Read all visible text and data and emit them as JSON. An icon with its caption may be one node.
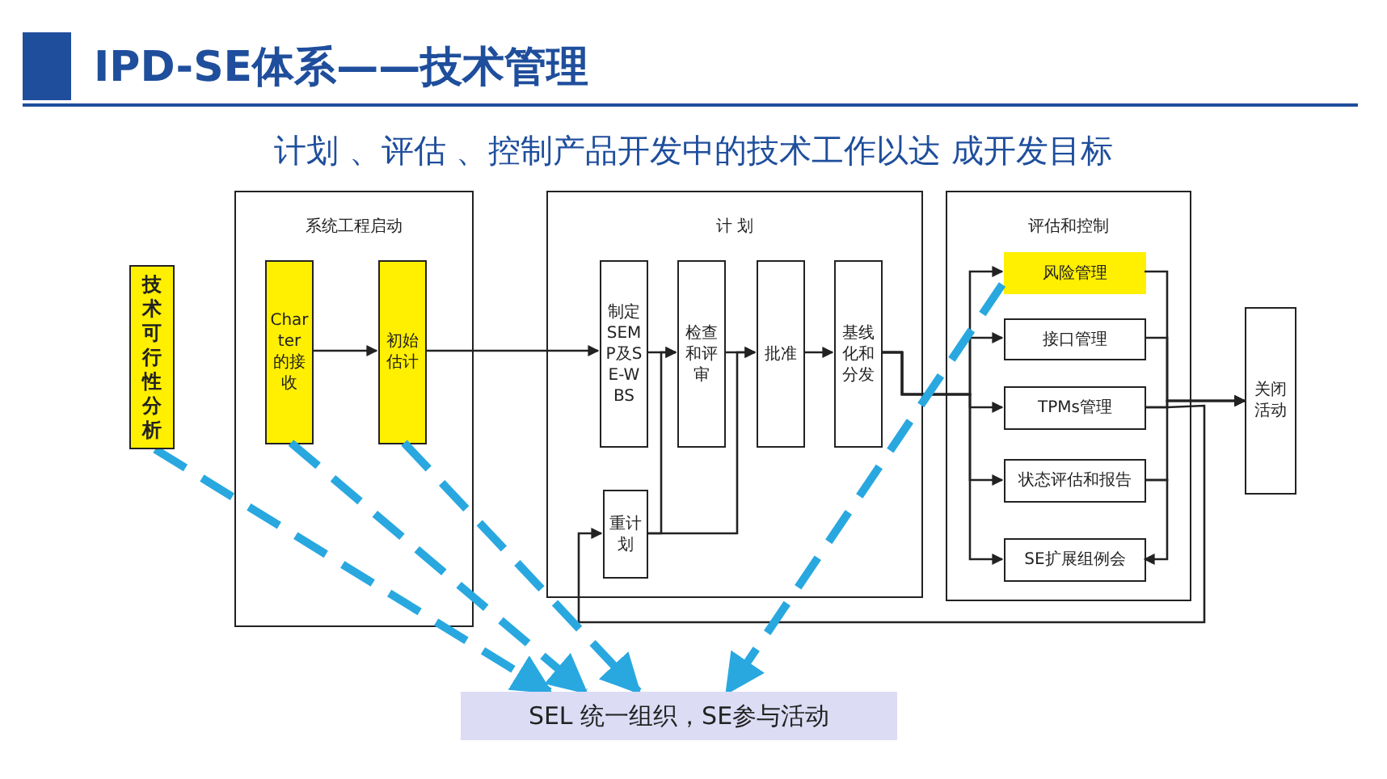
{
  "diagram": {
    "title": "IPD-SE体系——技术管理",
    "nodes": [
      {
        "text": [
          "技术可行性分析"
        ]
      },
      {
        "text": [
          "系统工程启动"
        ]
      },
      {
        "text": [
          "Charter的接收"
        ],
        "in": 1
      },
      {
        "text": [
          "初始估计"
        ],
        "in": 1
      },
      {
        "text": [
          "计 划"
        ]
      },
      {
        "text": [
          "制定SEMP及SE-WBS"
        ],
        "in": 4
      },
      {
        "text": [
          "检查和评审"
        ],
        "in": 4
      },
      {
        "text": [
          "批准"
        ],
        "in": 4
      },
      {
        "text": [
          "基线化和分发"
        ],
        "in": 4
      },
      {
        "text": [
          "重计划"
        ],
        "in": 4
      },
      {
        "text": [
          "评估和控制"
        ]
      },
      {
        "text": [
          "风险管理"
        ],
        "in": 10
      },
      {
        "text": [
          "接口管理"
        ],
        "in": 10
      },
      {
        "text": [
          "TPMs管理"
        ],
        "in": 10
      },
      {
        "text": [
          "状态评估和报告"
        ],
        "in": 10
      },
      {
        "text": [
          "SE扩展组例会"
        ],
        "in": 10
      },
      {
        "text": [
          "关闭活动"
        ]
      },
      {
        "text": [
          "SEL 统一组织，SE参与活动"
        ]
      }
    ],
    "edges": [
      {
        "from": 2,
        "to": 3,
        "arrow": "to"
      },
      {
        "from": 3,
        "to": 5,
        "arrow": "to"
      },
      {
        "from": 5,
        "to": 6,
        "arrow": "to"
      },
      {
        "from": 6,
        "to": 7,
        "arrow": "to"
      },
      {
        "from": 7,
        "to": 8,
        "arrow": "to"
      },
      {
        "from": 9,
        "to": 6,
        "arrow": "to"
      },
      {
        "from": 9,
        "to": 7,
        "arrow": "to"
      },
      {
        "from": 8,
        "to": 11,
        "arrow": "to"
      },
      {
        "from": 8,
        "to": 12,
        "arrow": "to"
      },
      {
        "from": 8,
        "to": 13,
        "arrow": "to"
      },
      {
        "from": 8,
        "to": 14,
        "arrow": "to"
      },
      {
        "from": 8,
        "to": 15,
        "arrow": "to"
      },
      {
        "from": 11,
        "to": 16,
        "arrow": "to"
      },
      {
        "from": 12,
        "to": 16,
        "arrow": "to"
      },
      {
        "from": 13,
        "to": 16,
        "arrow": "to"
      },
      {
        "from": 14,
        "to": 16,
        "arrow": "to"
      },
      {
        "from": 14,
        "to": 15,
        "arrow": "to"
      },
      {
        "from": 13,
        "to": 9,
        "arrow": "to"
      },
      {
        "from": 0,
        "to": 17,
        "arrow": "to",
        "style": "dashed",
        "color": "#29a8e0"
      },
      {
        "from": 2,
        "to": 17,
        "arrow": "to",
        "style": "dashed",
        "color": "#29a8e0"
      },
      {
        "from": 3,
        "to": 17,
        "arrow": "to",
        "style": "dashed",
        "color": "#29a8e0"
      },
      {
        "from": 11,
        "to": 17,
        "arrow": "to",
        "style": "dashed",
        "color": "#29a8e0"
      }
    ],
    "labels": [
      "计划 、评估 、控制产品开发中的技术工作以达 成开发目标"
    ]
  }
}
